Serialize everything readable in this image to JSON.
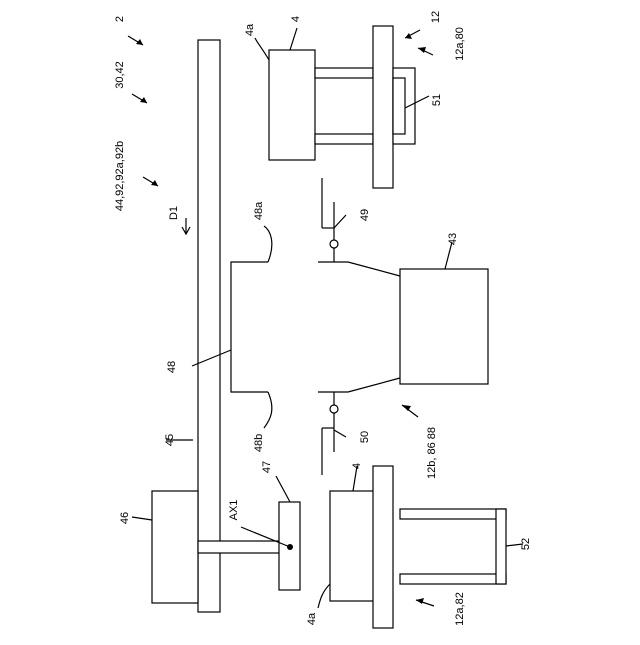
{
  "figure": {
    "labels": {
      "ref_2": "2",
      "ref_30_42": "30,42",
      "ref_44_92": "44,92,92a,92b",
      "direction": "D1",
      "ref_48a": "48a",
      "ref_48": "48",
      "ref_45": "45",
      "ref_48b": "48b",
      "ref_47": "47",
      "ax1": "AX1",
      "ref_46": "46",
      "ref_4a_top": "4a",
      "ref_4_top": "4",
      "ref_12": "12",
      "ref_12a_80": "12a,80",
      "ref_51": "51",
      "ref_49": "49",
      "ref_43": "43",
      "ref_50": "50",
      "ref_12b": "12b, 86 88",
      "ref_4_bottom": "4",
      "ref_52": "52",
      "ref_4a_bottom": "4a",
      "ref_12a_82": "12a,82"
    }
  }
}
